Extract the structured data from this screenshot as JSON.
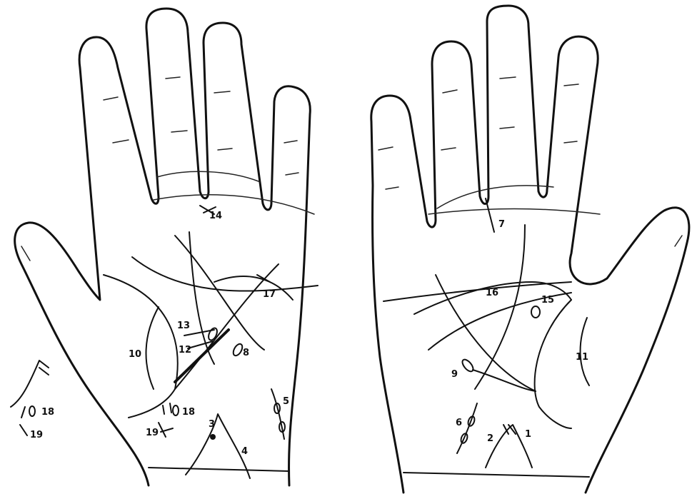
{
  "labels": {
    "l1": "1",
    "l2": "2",
    "l3": "3",
    "l4": "4",
    "l5": "5",
    "l6": "6",
    "l7": "7",
    "l8": "8",
    "l9": "9",
    "l10": "10",
    "l11": "11",
    "l12": "12",
    "l13": "13",
    "l14": "14",
    "l15": "15",
    "l16": "16",
    "l17": "17",
    "l18a": "18",
    "l18b": "18",
    "l19a": "19",
    "l19b": "19"
  },
  "colors": {
    "ink": "#111111",
    "background": "#ffffff"
  }
}
